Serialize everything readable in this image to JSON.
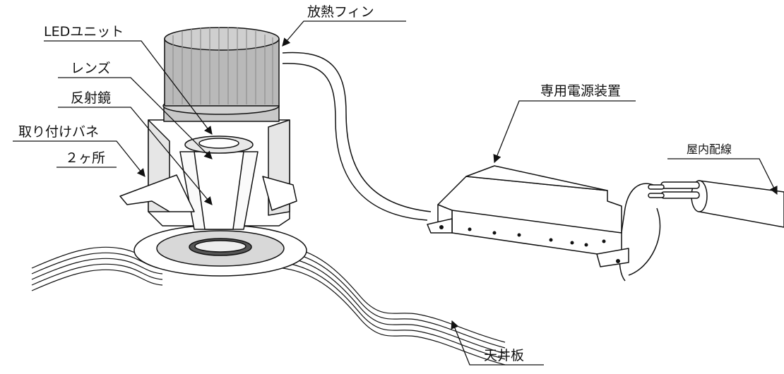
{
  "labels": {
    "heat_fin": "放熱フィン",
    "led_unit": "LEDユニット",
    "lens": "レンズ",
    "reflector": "反射鏡",
    "spring": "取り付けバネ",
    "spring_count": "２ヶ所",
    "power_unit": "専用電源装置",
    "indoor_wiring": "屋内配線",
    "ceiling": "天井板"
  },
  "colors": {
    "line": "#111111",
    "fin_fill": "#b9b9b9",
    "fin_dark": "#8f8f8f",
    "ring_fill": "#c8c8c8",
    "body_fill": "#ffffff"
  }
}
